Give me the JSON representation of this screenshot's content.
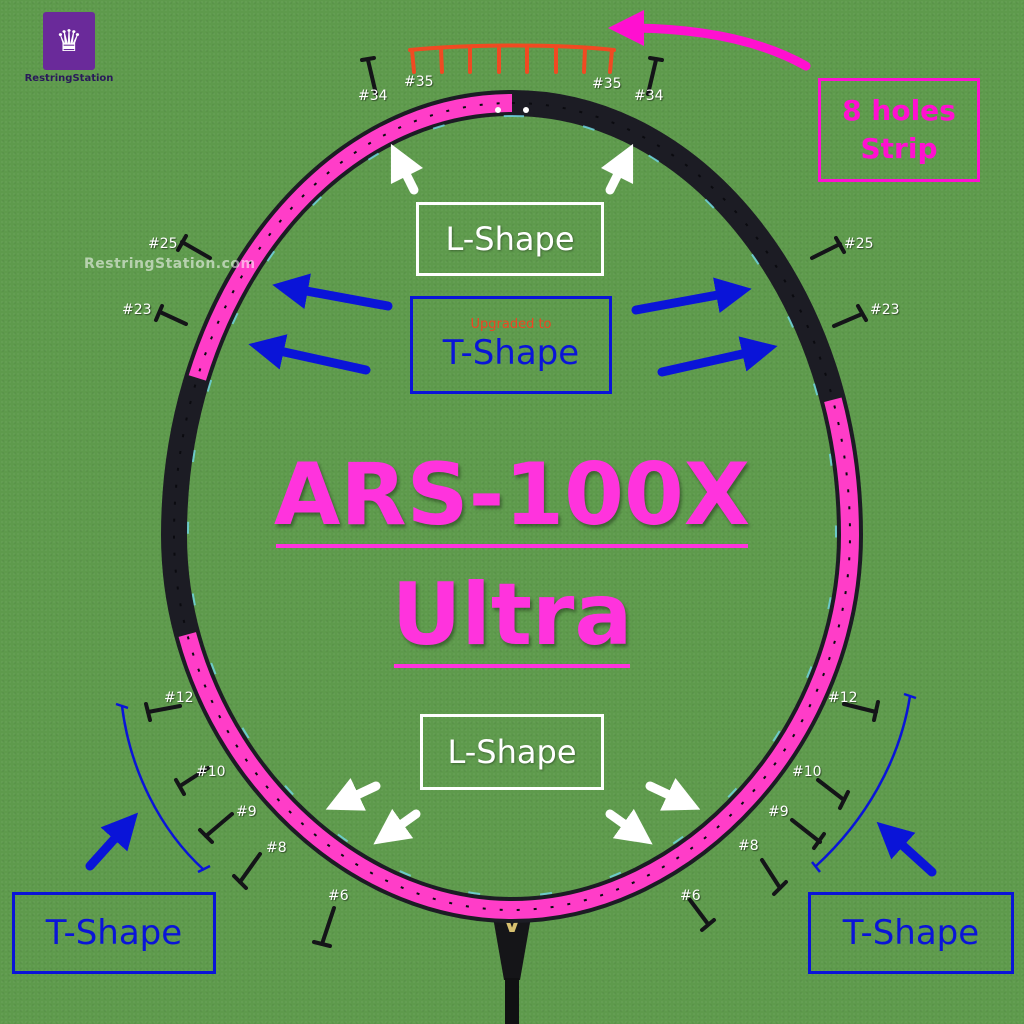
{
  "brand": {
    "name": "RestringStation",
    "watermark": "RestringStation.com",
    "icon": "crown-icon"
  },
  "title": {
    "line1": "ARS-100X",
    "line2": "Ultra"
  },
  "labels": {
    "top_l_shape": "L-Shape",
    "upgraded_note": "Upgraded to",
    "upgraded_t_shape": "T-Shape",
    "bottom_l_shape": "L-Shape",
    "left_t_shape": "T-Shape",
    "right_t_shape": "T-Shape",
    "strip_line1": "8 holes",
    "strip_line2": "Strip"
  },
  "holes": {
    "top_left_35": "#35",
    "top_right_35": "#35",
    "top_left_34": "#34",
    "top_right_34": "#34",
    "left_25": "#25",
    "right_25": "#25",
    "left_23": "#23",
    "right_23": "#23",
    "left_12": "#12",
    "right_12": "#12",
    "left_10": "#10",
    "right_10": "#10",
    "left_9": "#9",
    "right_9": "#9",
    "left_8": "#8",
    "right_8": "#8",
    "left_6": "#6",
    "right_6": "#6"
  },
  "colors": {
    "background": "#5e9a4c",
    "frame_pink": "#ff3dc8",
    "frame_dark": "#1c1c24",
    "blue": "#0a14d8",
    "magenta": "#ff10d0",
    "strip_red": "#f04a22",
    "white": "#ffffff"
  }
}
